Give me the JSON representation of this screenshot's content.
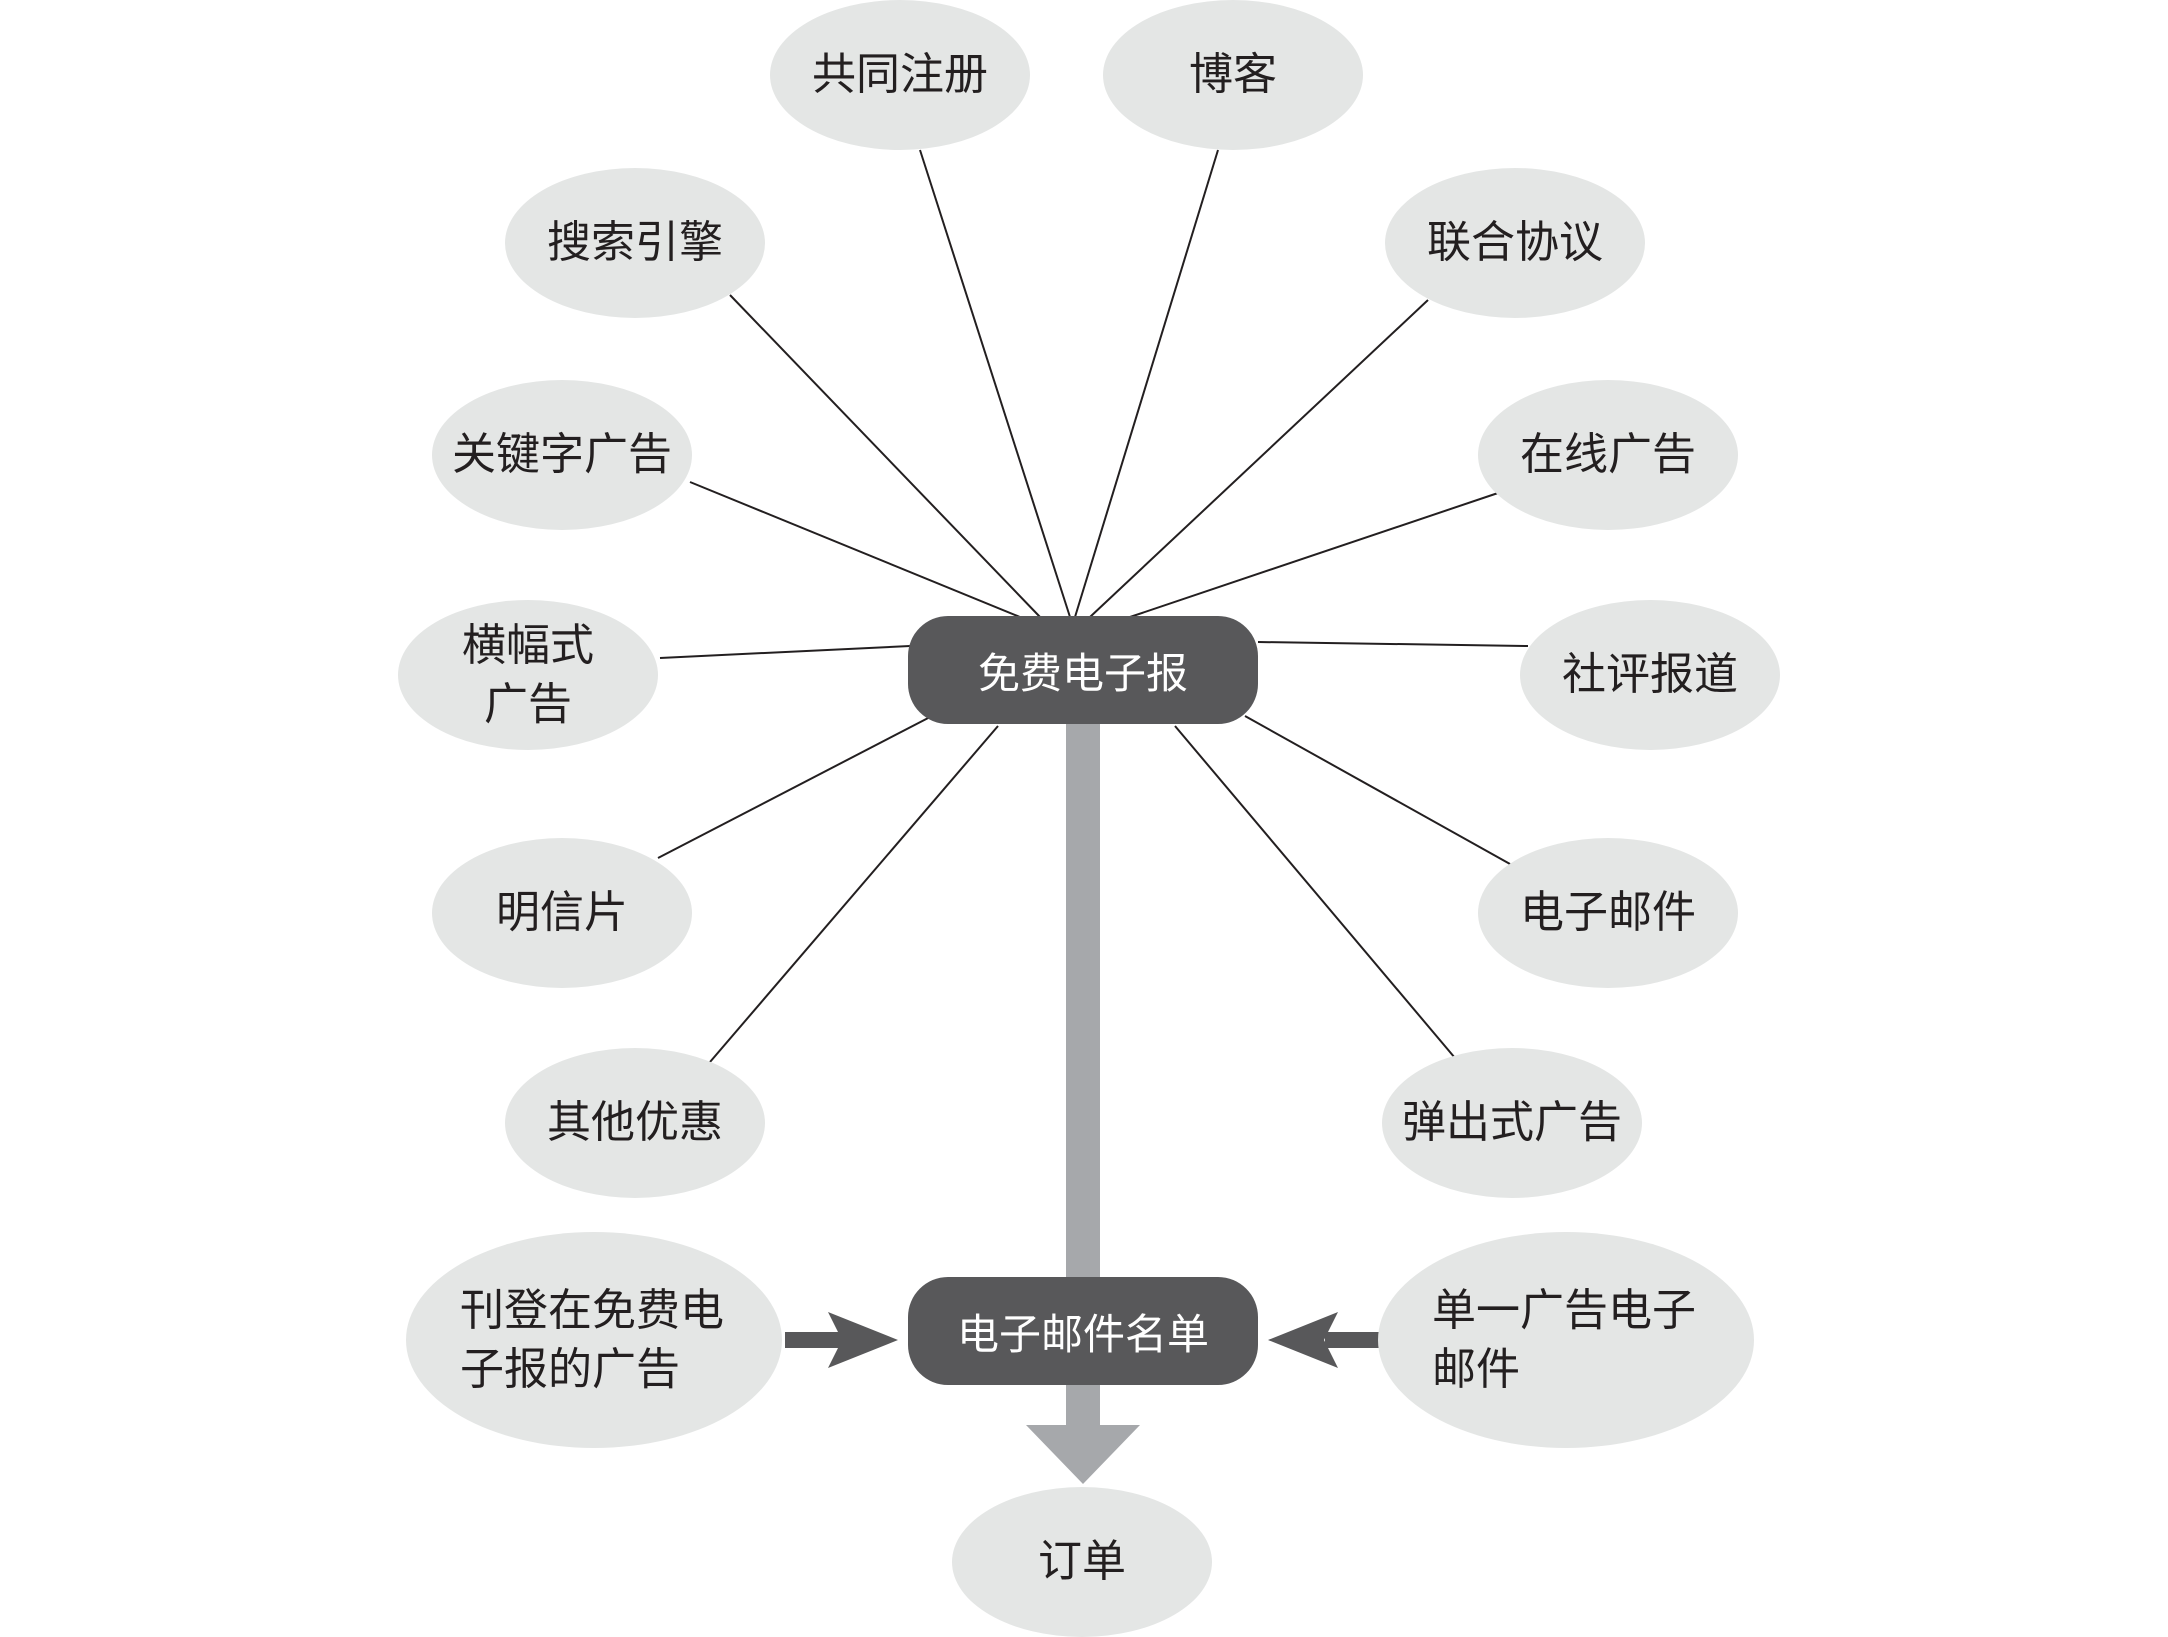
{
  "colors": {
    "ellipse_fill": "#e4e6e5",
    "hub_fill": "#58585a",
    "hub_text": "#ffffff",
    "trunk": "#a6a8ab",
    "side_arrow": "#58585a",
    "connector": "#231f20"
  },
  "hubs": {
    "newsletter": "免费电子报",
    "email_list": "电子邮件名单"
  },
  "sources": {
    "co_registration": "共同注册",
    "blog": "博客",
    "search_engine": "搜索引擎",
    "affiliate": "联合协议",
    "keyword_ads": "关键字广告",
    "online_ads": "在线广告",
    "banner_ads": "横幅式\n广告",
    "press_reviews": "社评报道",
    "postcards": "明信片",
    "email": "电子邮件",
    "other_offers": "其他优惠",
    "popup_ads": "弹出式广告"
  },
  "feeds": {
    "newsletter_ads": "刊登在免费电\n子报的广告",
    "single_ad_email": "单一广告电子\n邮件"
  },
  "result": {
    "orders": "订单"
  }
}
